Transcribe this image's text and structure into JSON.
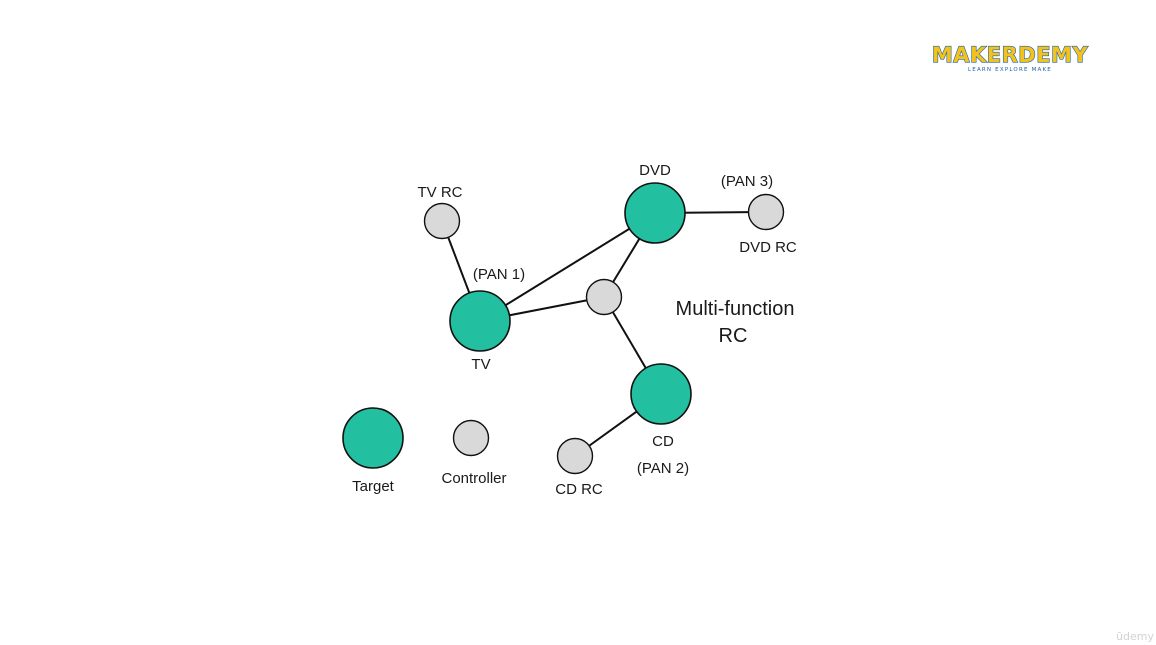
{
  "logo": {
    "brand": "MAKERDEMY",
    "tagline": "LEARN EXPLORE MAKE",
    "colors": {
      "fill": "#f2c31b",
      "outline": "#1e5fb4"
    }
  },
  "watermark": {
    "text": "ūdemy"
  },
  "diagram": {
    "colors": {
      "target_fill": "#22bfa0",
      "controller_fill": "#d9d9d9",
      "stroke": "#111111"
    },
    "nodes": {
      "dvd": {
        "label": "DVD",
        "kind": "target"
      },
      "tv_rc": {
        "label": "TV RC",
        "kind": "controller"
      },
      "dvd_rc": {
        "label": "DVD RC",
        "kind": "controller"
      },
      "tv": {
        "label": "TV",
        "kind": "target"
      },
      "multi_rc": {
        "label_line1": "Multi-function",
        "label_line2": "RC",
        "kind": "controller"
      },
      "cd": {
        "label": "CD",
        "kind": "target"
      },
      "cd_rc": {
        "label": "CD RC",
        "kind": "controller"
      }
    },
    "networks": {
      "pan1": "(PAN 1)",
      "pan2": "(PAN 2)",
      "pan3": "(PAN 3)"
    },
    "legend": {
      "target": "Target",
      "controller": "Controller"
    }
  }
}
